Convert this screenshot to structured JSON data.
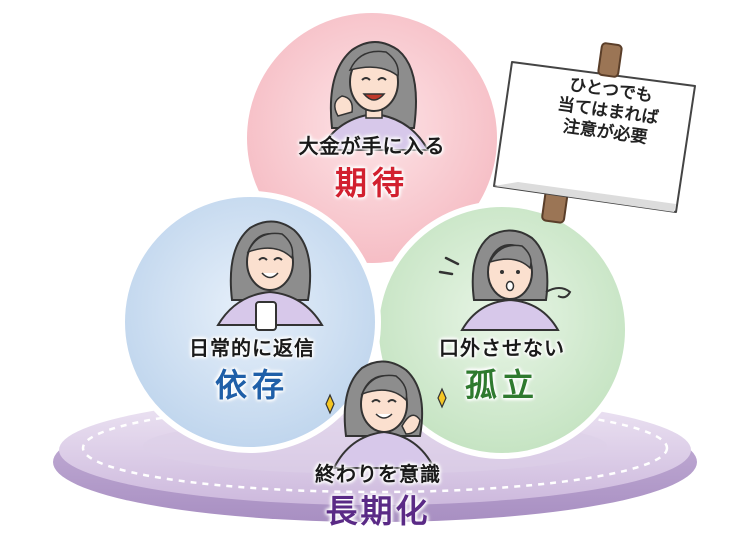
{
  "colors": {
    "pink": "#f7c7cd",
    "blue": "#c9dcef",
    "green": "#cfe8cd",
    "purple_plate": "#d9cbe3",
    "red_text": "#d2202f",
    "blue_text": "#1f5fa8",
    "green_text": "#2f7a2f",
    "purple_text": "#5a2a86"
  },
  "expectation": {
    "subtitle": "大金が手に入る",
    "keyword": "期待"
  },
  "dependence": {
    "subtitle": "日常的に返信",
    "keyword": "依存"
  },
  "isolation": {
    "subtitle": "口外させない",
    "keyword": "孤立"
  },
  "prolongation": {
    "subtitle": "終わりを意識",
    "keyword": "長期化"
  },
  "sign": {
    "lines": [
      "ひとつでも",
      "当てはまれば",
      "注意が必要"
    ]
  }
}
